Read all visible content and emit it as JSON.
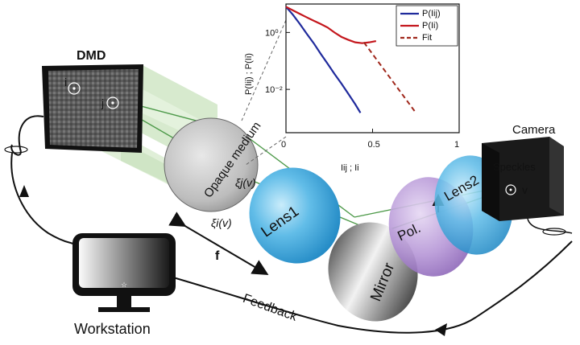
{
  "labels": {
    "dmd": "DMD",
    "camera": "Camera",
    "workstation": "Workstation",
    "feedback": "Feedback",
    "opaque_medium": "Opaque medium",
    "lens1": "Lens1",
    "lens2": "Lens2",
    "mirror": "Mirror",
    "pol": "Pol.",
    "speckles": "Speckles",
    "pixel_i": "i",
    "pixel_j": "j",
    "v": "v",
    "f": "f",
    "xi_j": "ξj(v)",
    "xi_i": "ξi(v)"
  },
  "chart_data": {
    "type": "line",
    "xlabel": "Iij ; Ii",
    "ylabel": "P(Iij) ; P(Ii)",
    "xlim": [
      0,
      1
    ],
    "ylim": [
      0.0003,
      10
    ],
    "yscale": "log",
    "xticks": [
      0,
      0.5,
      1
    ],
    "xtick_labels": [
      "0",
      "0.5",
      "1"
    ],
    "yticks": [
      1,
      0.01
    ],
    "ytick_labels": [
      "10⁰",
      "10⁻²"
    ],
    "legend": [
      "P(Iij)",
      "P(Ii)",
      "Fit"
    ],
    "legend_position": "top-right",
    "series": [
      {
        "name": "P(Iij)",
        "color": "#1f2a9c",
        "x": [
          0.0,
          0.04,
          0.08,
          0.12,
          0.16,
          0.2,
          0.24,
          0.28,
          0.32,
          0.36,
          0.4,
          0.43
        ],
        "y": [
          8,
          4.2,
          2.0,
          0.9,
          0.42,
          0.18,
          0.08,
          0.035,
          0.016,
          0.007,
          0.003,
          0.0015
        ]
      },
      {
        "name": "P(Ii)",
        "color": "#c4161c",
        "x": [
          0.0,
          0.04,
          0.08,
          0.12,
          0.16,
          0.2,
          0.24,
          0.28,
          0.32,
          0.36,
          0.4,
          0.44,
          0.48,
          0.52
        ],
        "y": [
          8,
          6,
          4.5,
          3.4,
          2.6,
          2.0,
          1.5,
          1.0,
          0.7,
          0.55,
          0.45,
          0.42,
          0.45,
          0.5
        ]
      },
      {
        "name": "Fit",
        "color": "#a0281c",
        "dashed": true,
        "x": [
          0.45,
          0.75
        ],
        "y": [
          0.45,
          0.0015
        ]
      }
    ]
  },
  "colors": {
    "lens": "#4fb3e3",
    "pol": "#a785c9",
    "beam": "#b7d9a7",
    "dmd": "#3b3b3b"
  }
}
